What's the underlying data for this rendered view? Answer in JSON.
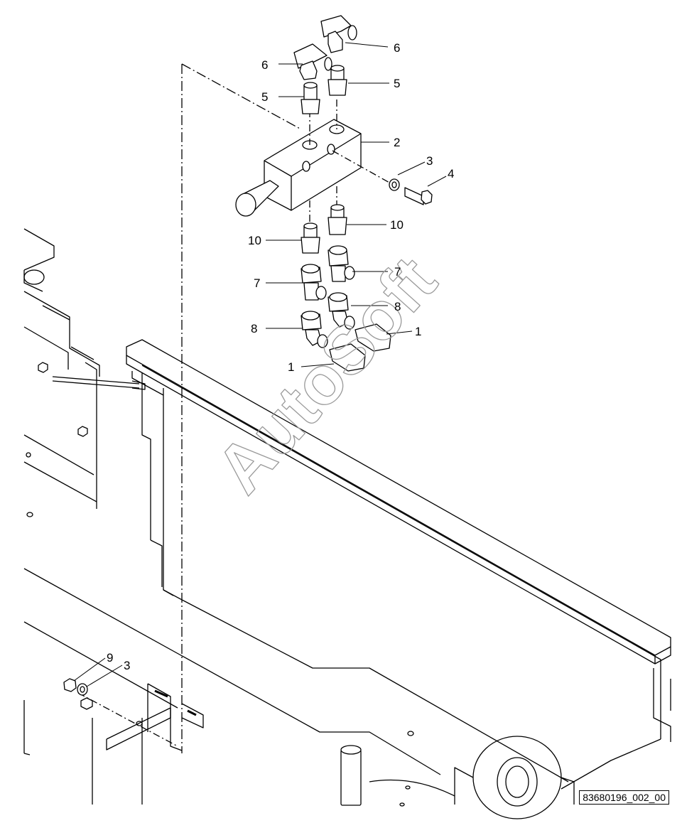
{
  "diagram": {
    "reference_code": "83680196_002_00",
    "watermark": "AutoSoft",
    "callouts": [
      {
        "id": "c1a",
        "label": "1"
      },
      {
        "id": "c1b",
        "label": "1"
      },
      {
        "id": "c2",
        "label": "2"
      },
      {
        "id": "c3a",
        "label": "3"
      },
      {
        "id": "c3b",
        "label": "3"
      },
      {
        "id": "c4",
        "label": "4"
      },
      {
        "id": "c5a",
        "label": "5"
      },
      {
        "id": "c5b",
        "label": "5"
      },
      {
        "id": "c6a",
        "label": "6"
      },
      {
        "id": "c6b",
        "label": "6"
      },
      {
        "id": "c7a",
        "label": "7"
      },
      {
        "id": "c7b",
        "label": "7"
      },
      {
        "id": "c8a",
        "label": "8"
      },
      {
        "id": "c8b",
        "label": "8"
      },
      {
        "id": "c9",
        "label": "9"
      },
      {
        "id": "c10a",
        "label": "10"
      },
      {
        "id": "c10b",
        "label": "10"
      }
    ]
  }
}
